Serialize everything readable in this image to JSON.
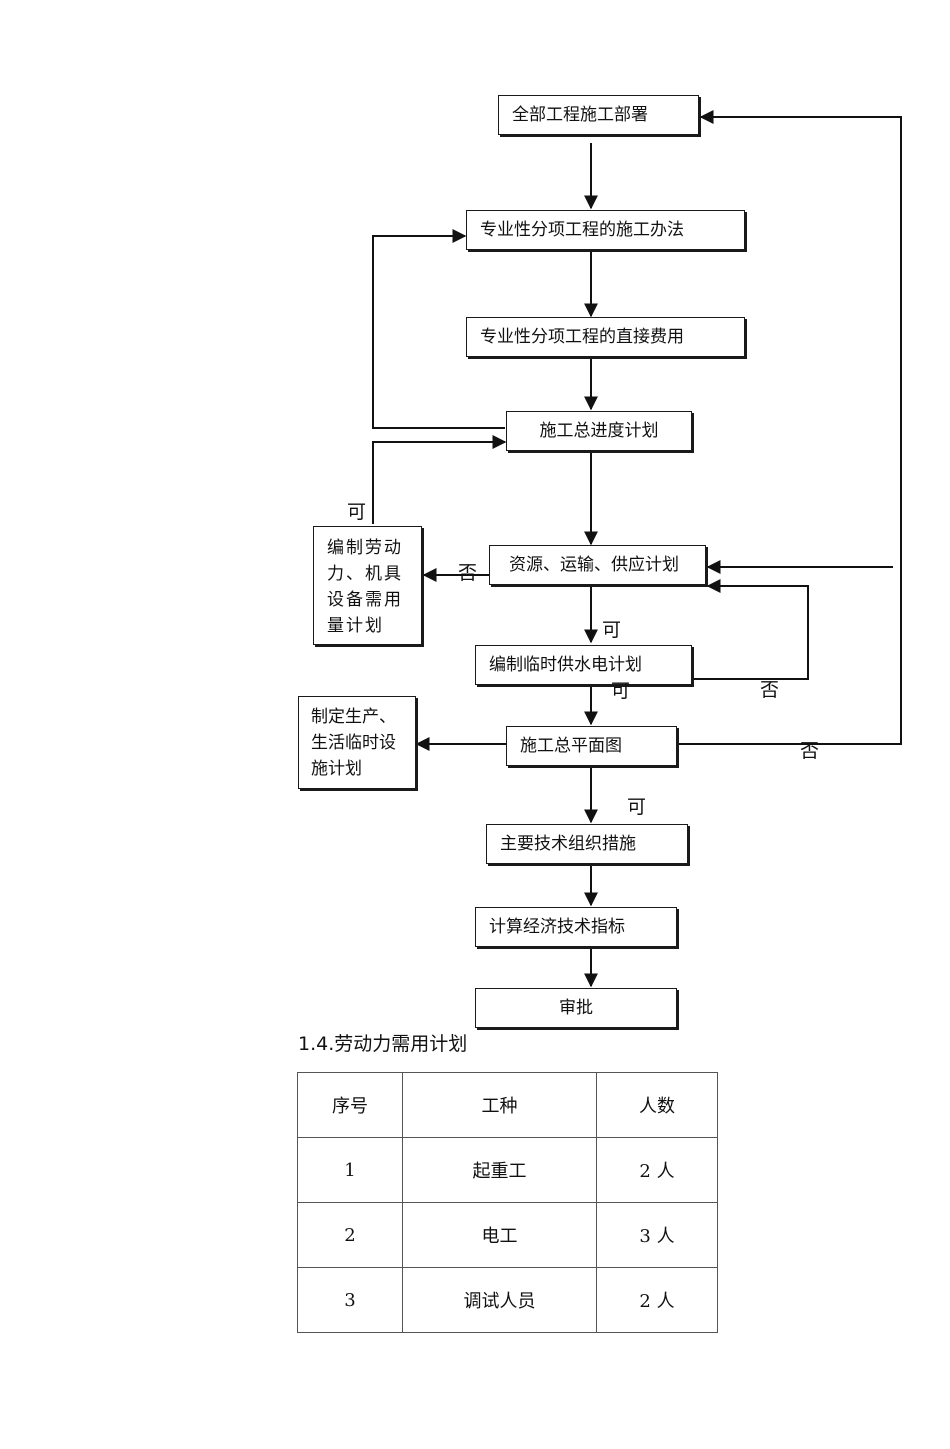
{
  "flowchart": {
    "boxes": {
      "overall_deployment": "全部工程施工部署",
      "specialty_methods": "专业性分项工程的施工办法",
      "specialty_direct_costs": "专业性分项工程的直接费用",
      "master_schedule": "施工总进度计划",
      "resource_plan": "资源、运输、供应计划",
      "labor_equipment_plan": "编制劳动力、机具设备需用量计划",
      "temp_water_power_plan": "编制临时供水电计划",
      "temp_facilities_plan": "制定生产、生活临时设施计划",
      "site_plan": "施工总平面图",
      "main_tech_measures": "主要技术组织措施",
      "econ_tech_indicators": "计算经济技术指标",
      "approval": "审批"
    },
    "labels": {
      "yes": "可",
      "no": "否"
    }
  },
  "section": {
    "heading": "1.4.劳动力需用计划"
  },
  "table": {
    "headers": [
      "序号",
      "工种",
      "人数"
    ],
    "rows": [
      [
        "1",
        "起重工",
        "2 人"
      ],
      [
        "2",
        "电工",
        "3 人"
      ],
      [
        "3",
        "调试人员",
        "2 人"
      ]
    ]
  }
}
